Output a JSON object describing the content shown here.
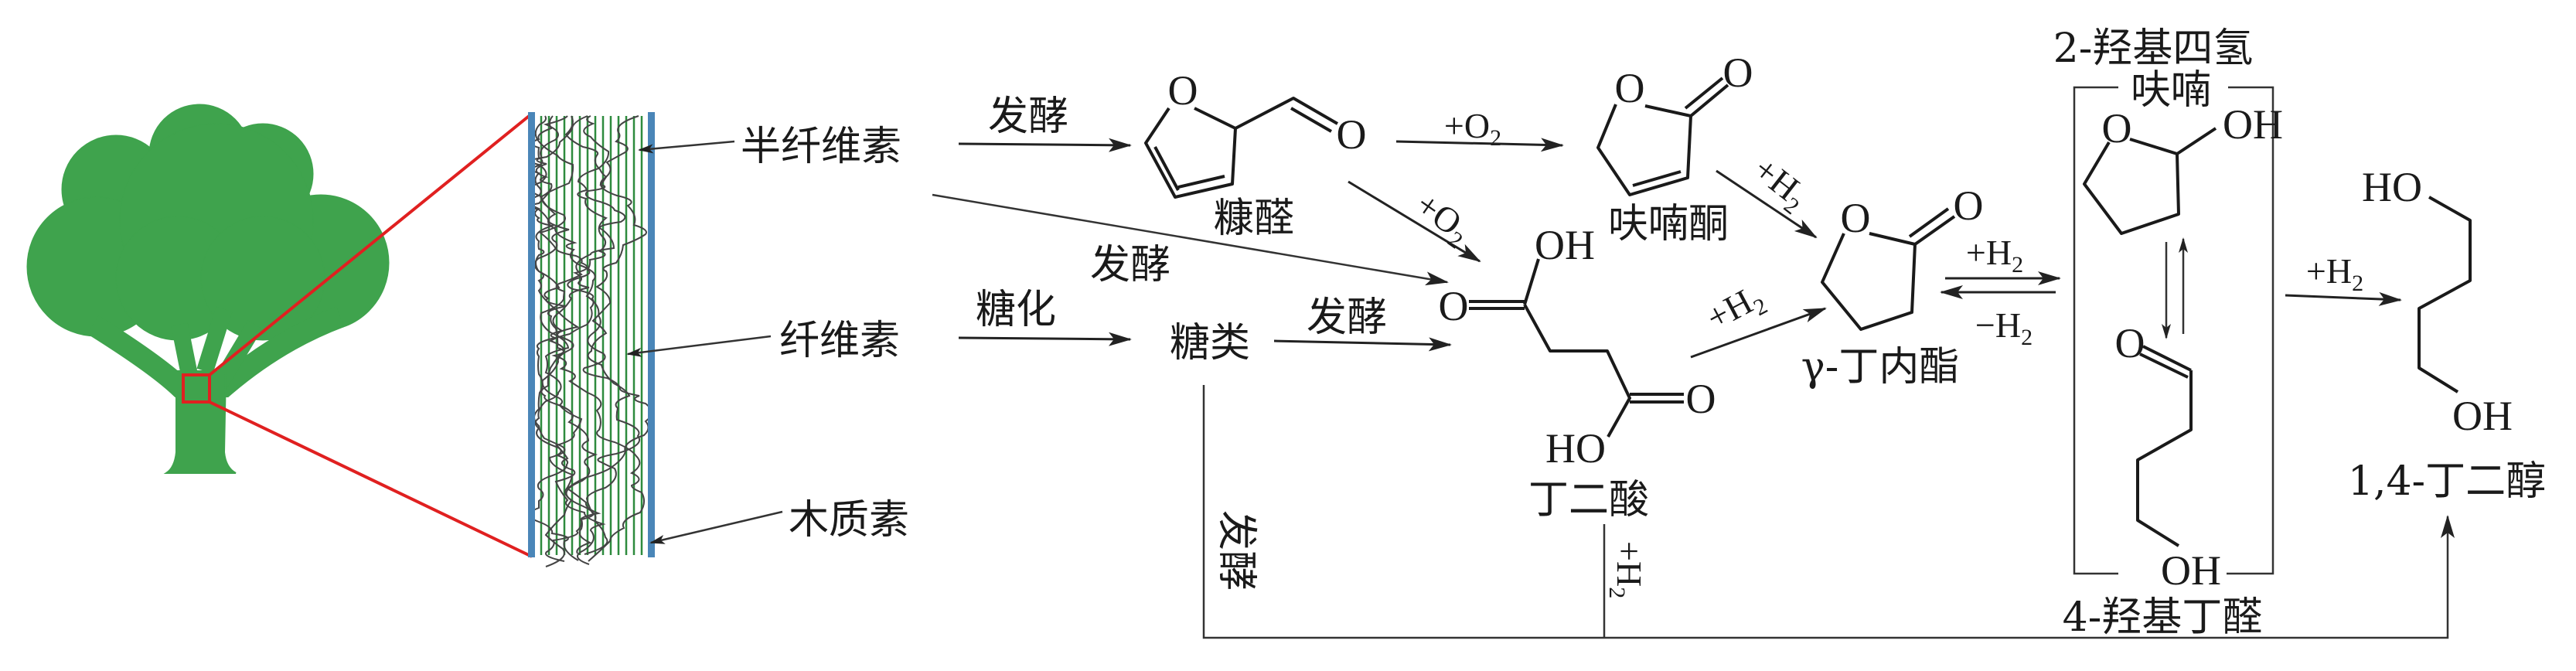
{
  "colors": {
    "tree": "#3fa34d",
    "zoom_lines": "#e02020",
    "wall_bar": "#4a86b8",
    "fiber": "#2e8b3e",
    "lignin_wave": "#444444"
  },
  "labels": {
    "hemicellulose": "半纤维素",
    "cellulose": "纤维素",
    "lignin": "木质素",
    "ferment": "发酵",
    "saccharify": "糖化",
    "sugars": "糖类",
    "furfural": "糠醛",
    "furanone": "呋喃酮",
    "succinic_acid": "丁二酸",
    "gbl": "γ-丁内酯",
    "hthf_line1": "2-羟基四氢",
    "hthf_line2": "呋喃",
    "hba": "4-羟基丁醛",
    "bdo": "1,4-丁二醇"
  },
  "atoms": {
    "O": "O",
    "OH": "OH",
    "HO": "HO"
  },
  "reagents": {
    "plus": "+",
    "minus": "−",
    "O": "O",
    "H": "H",
    "sub2": "2"
  }
}
